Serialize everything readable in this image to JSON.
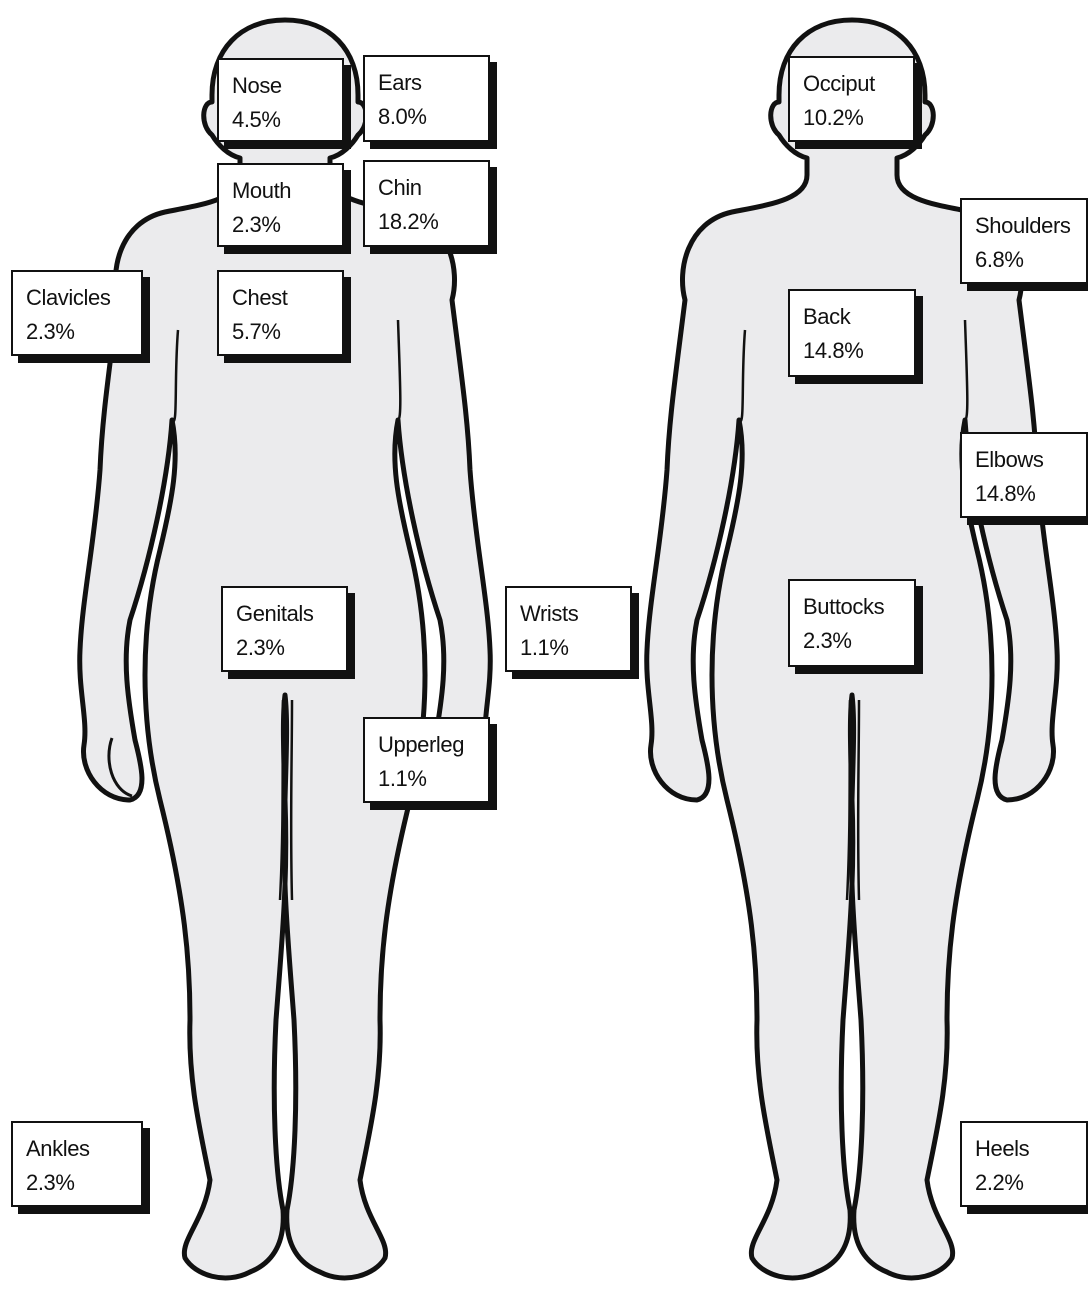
{
  "colors": {
    "body_fill": "#ebebed",
    "outline": "#111111",
    "label_bg": "#ffffff"
  },
  "front": {
    "nose": {
      "name": "Nose",
      "pct": "4.5%"
    },
    "ears": {
      "name": "Ears",
      "pct": "8.0%"
    },
    "mouth": {
      "name": "Mouth",
      "pct": "2.3%"
    },
    "chin": {
      "name": "Chin",
      "pct": "18.2%"
    },
    "clavicles": {
      "name": "Clavicles",
      "pct": "2.3%"
    },
    "chest": {
      "name": "Chest",
      "pct": "5.7%"
    },
    "genitals": {
      "name": "Genitals",
      "pct": "2.3%"
    },
    "wrists": {
      "name": "Wrists",
      "pct": "1.1%"
    },
    "upperleg": {
      "name": "Upperleg",
      "pct": "1.1%"
    },
    "ankles": {
      "name": "Ankles",
      "pct": "2.3%"
    }
  },
  "back": {
    "occiput": {
      "name": "Occiput",
      "pct": "10.2%"
    },
    "shoulders": {
      "name": "Shoulders",
      "pct": "6.8%"
    },
    "back": {
      "name": "Back",
      "pct": "14.8%"
    },
    "elbows": {
      "name": "Elbows",
      "pct": "14.8%"
    },
    "buttocks": {
      "name": "Buttocks",
      "pct": "2.3%"
    },
    "heels": {
      "name": "Heels",
      "pct": "2.2%"
    }
  }
}
